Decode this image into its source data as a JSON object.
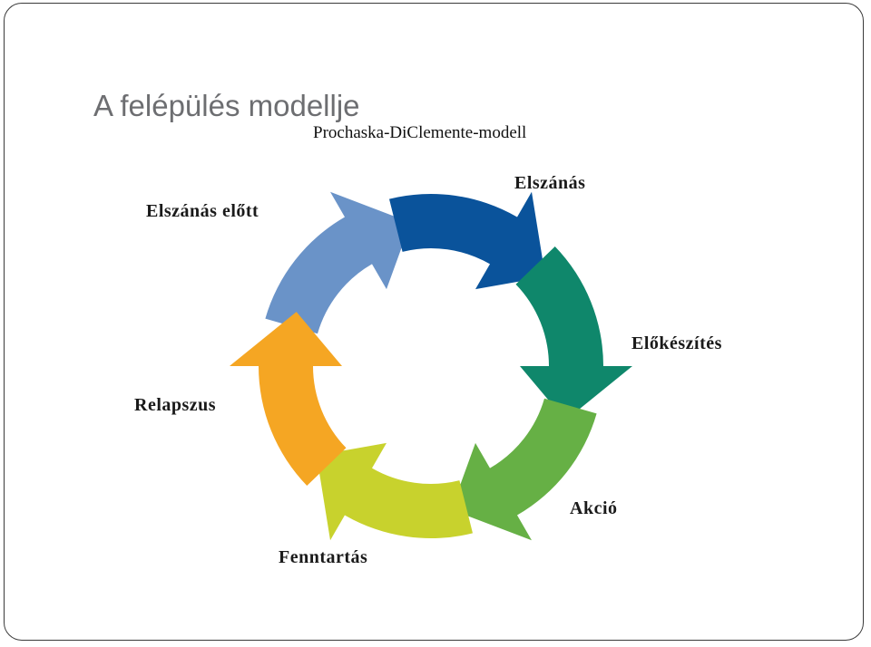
{
  "title": "A felépülés modellje",
  "subtitle": "Prochaska-DiClemente-modell",
  "stages": [
    {
      "id": "precontemplation",
      "label": "Elszánás előtt",
      "color": "#6a93c8"
    },
    {
      "id": "contemplation",
      "label": "Elszánás",
      "color": "#0a539b"
    },
    {
      "id": "preparation",
      "label": "Előkészítés",
      "color": "#0f876b"
    },
    {
      "id": "action",
      "label": "Akció",
      "color": "#66b045"
    },
    {
      "id": "maintenance",
      "label": "Fenntartás",
      "color": "#c8d22d"
    },
    {
      "id": "relapse",
      "label": "Relapszus",
      "color": "#f5a623"
    }
  ]
}
